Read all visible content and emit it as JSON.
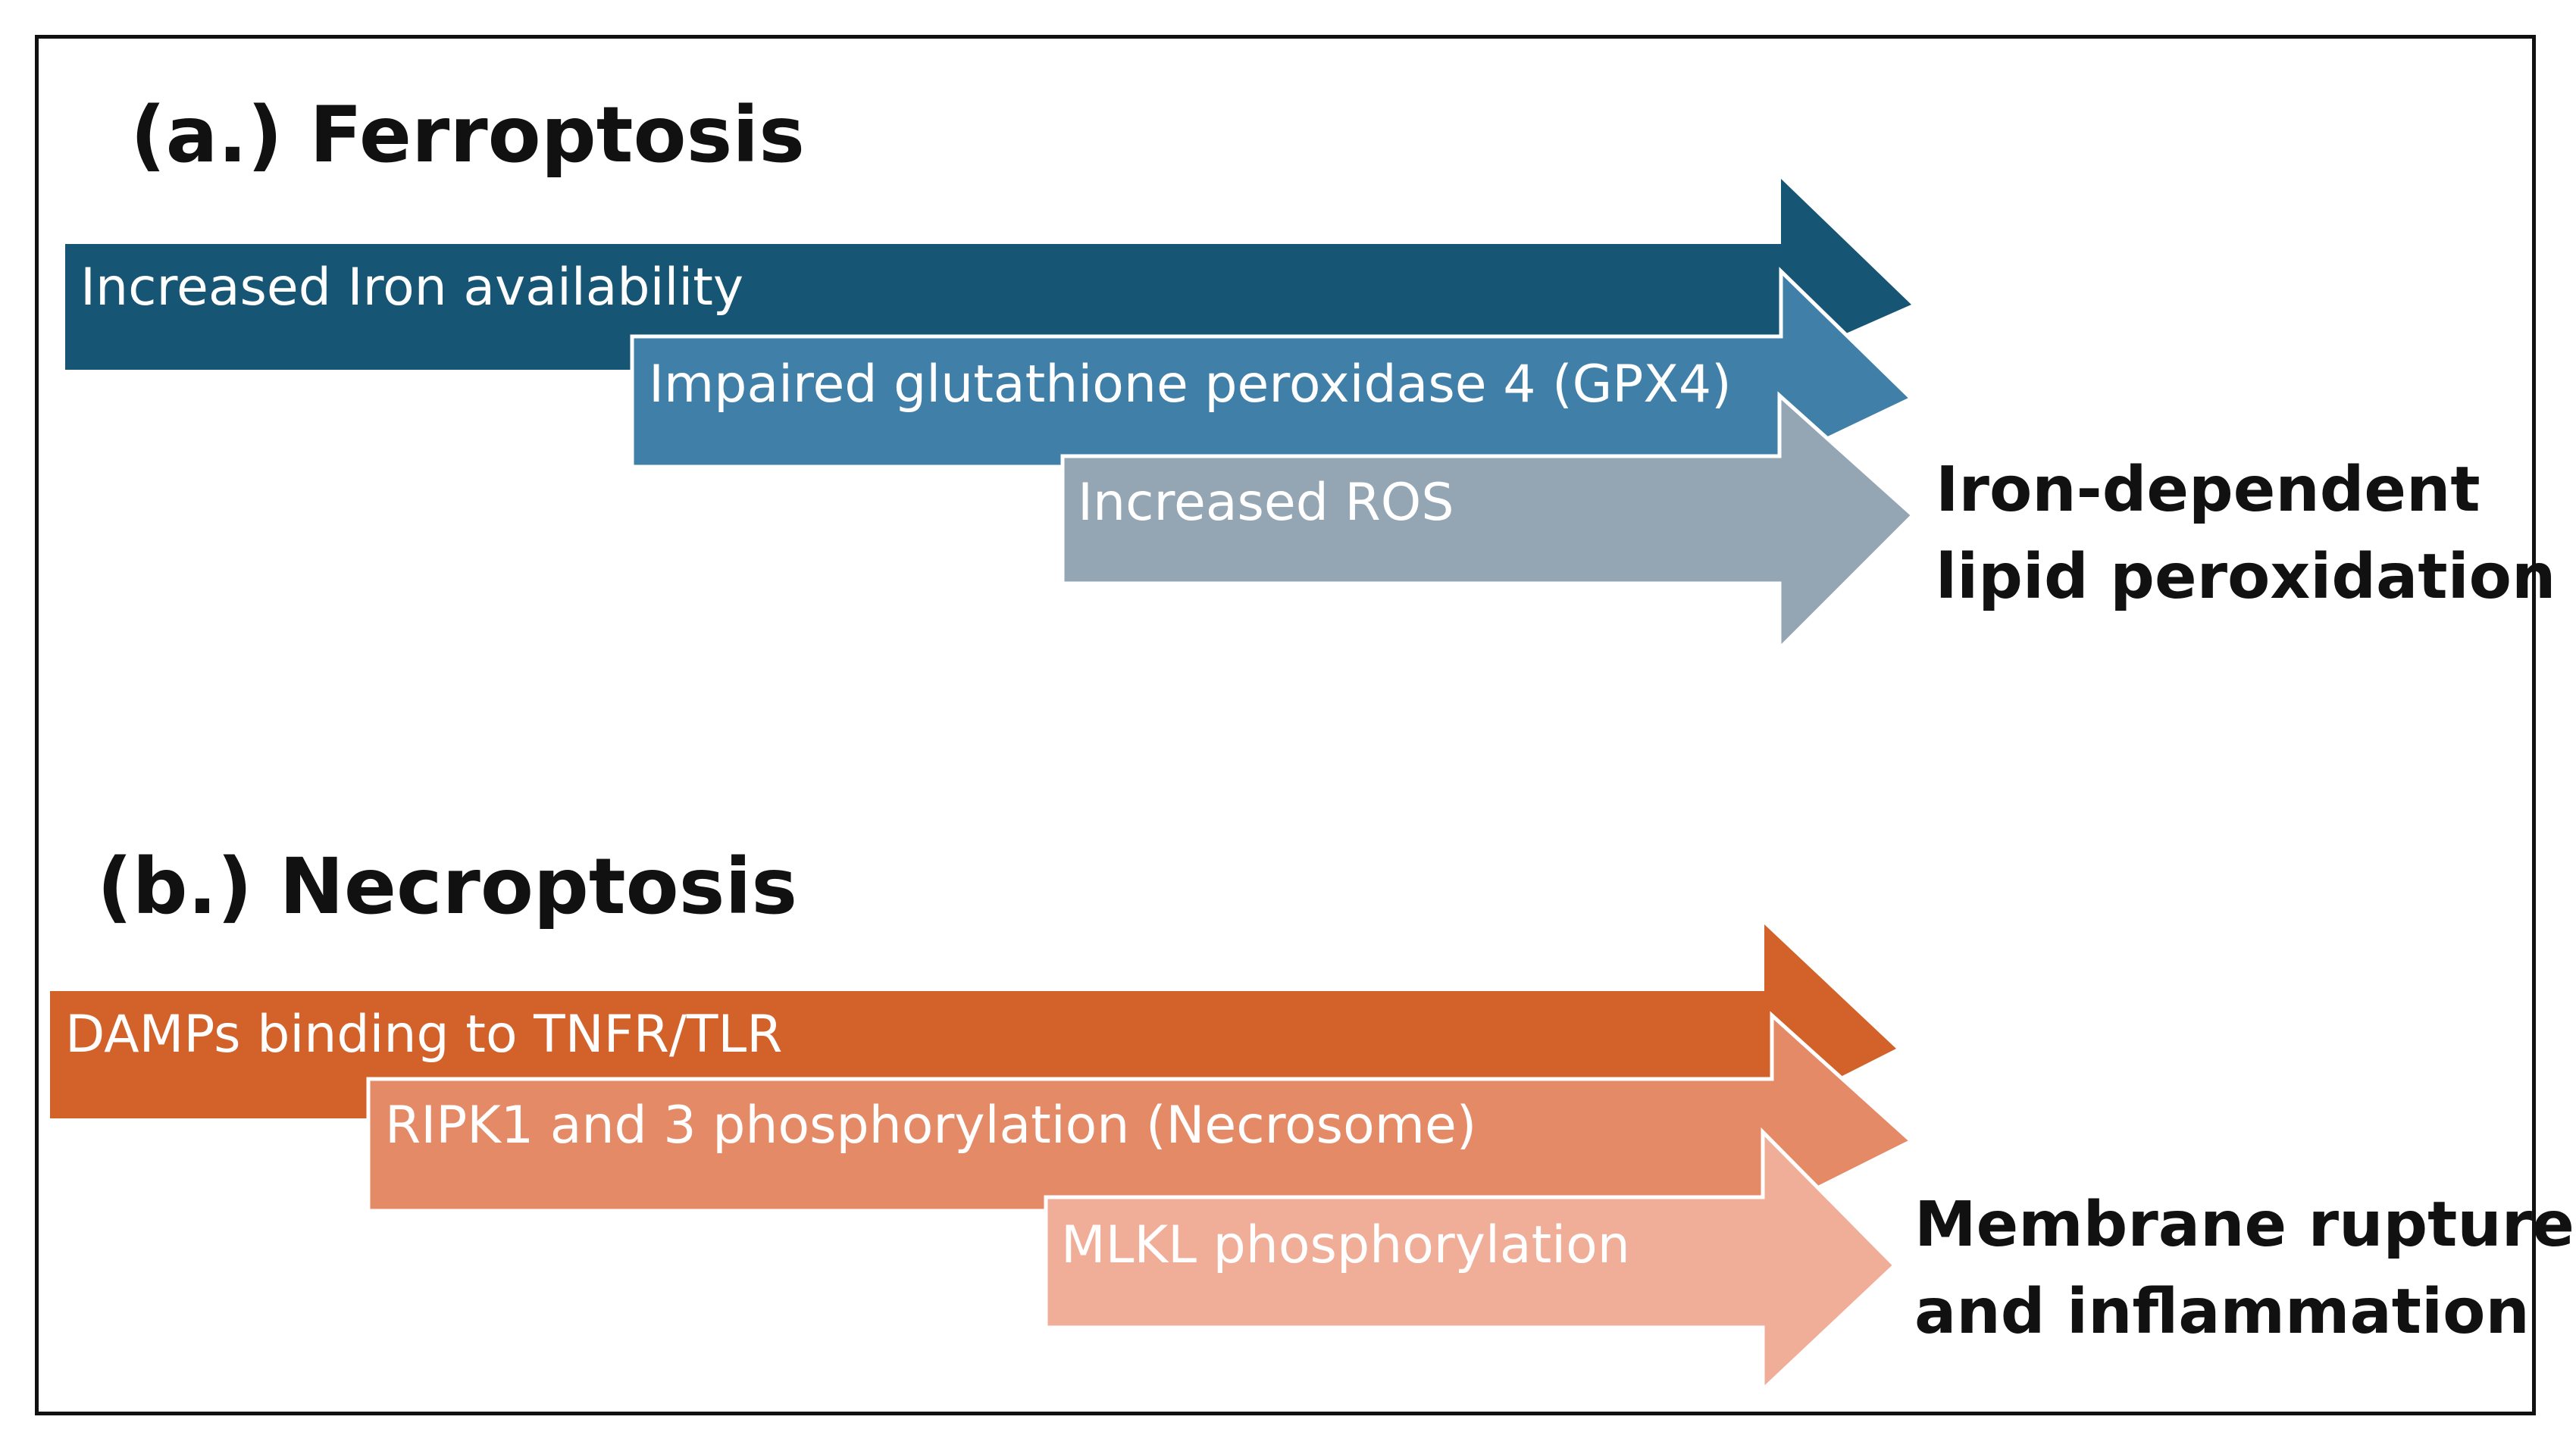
{
  "ferroptosis": {
    "title": "(a.) Ferroptosis",
    "steps": [
      {
        "label": "Increased Iron availability",
        "color": "#165574"
      },
      {
        "label": "Impaired glutathione peroxidase 4 (GPX4)",
        "color": "#3f7fa8"
      },
      {
        "label": "Increased ROS",
        "color": "#94a5b4"
      }
    ],
    "outcome": {
      "line1": "Iron-dependent",
      "line2": "lipid peroxidation"
    }
  },
  "necroptosis": {
    "title": "(b.) Necroptosis",
    "steps": [
      {
        "label": "DAMPs binding to TNFR/TLR",
        "color": "#d2612a"
      },
      {
        "label": "RIPK1 and 3 phosphorylation (Necrosome)",
        "color": "#e48a66"
      },
      {
        "label": "MLKL phosphorylation",
        "color": "#f0ad97"
      }
    ],
    "outcome": {
      "line1": "Membrane rupture",
      "line2": "and inflammation"
    }
  }
}
